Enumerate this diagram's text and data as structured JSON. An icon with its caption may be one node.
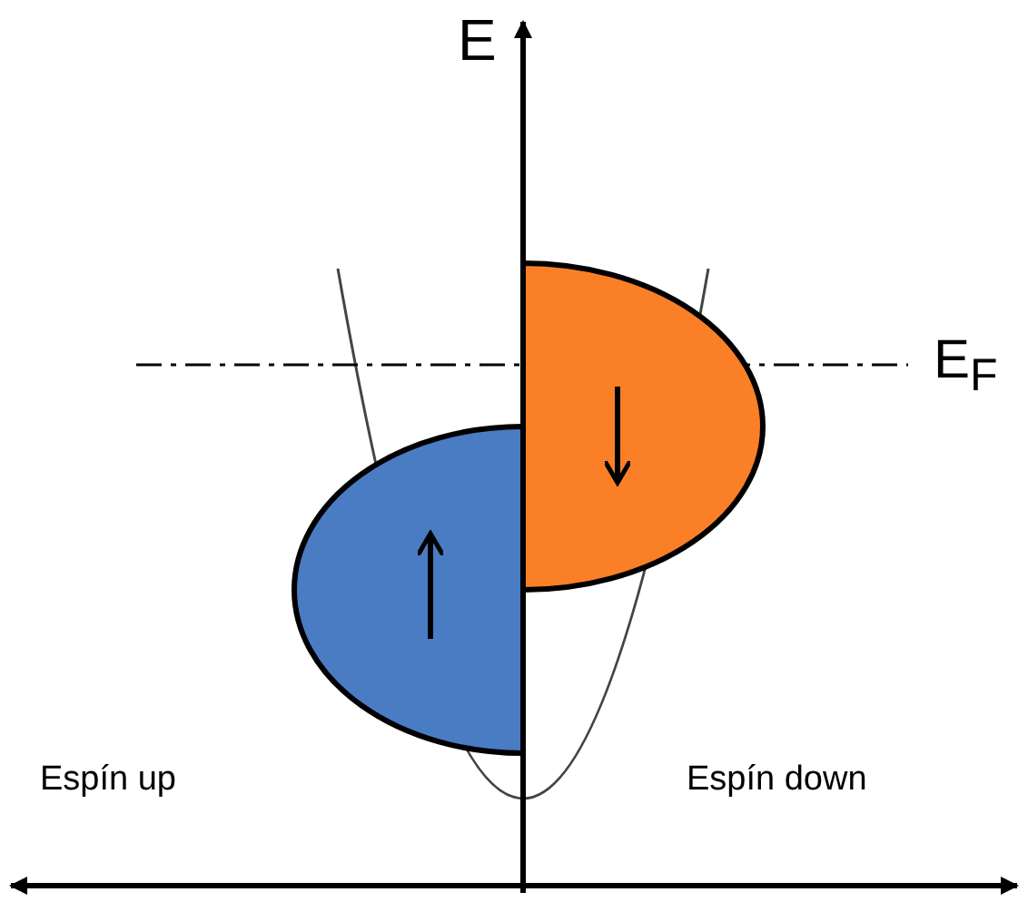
{
  "diagram": {
    "labels": [
      "E",
      "E$_{F}$",
      "Espín up",
      "Espín down"
    ]
  }
}
